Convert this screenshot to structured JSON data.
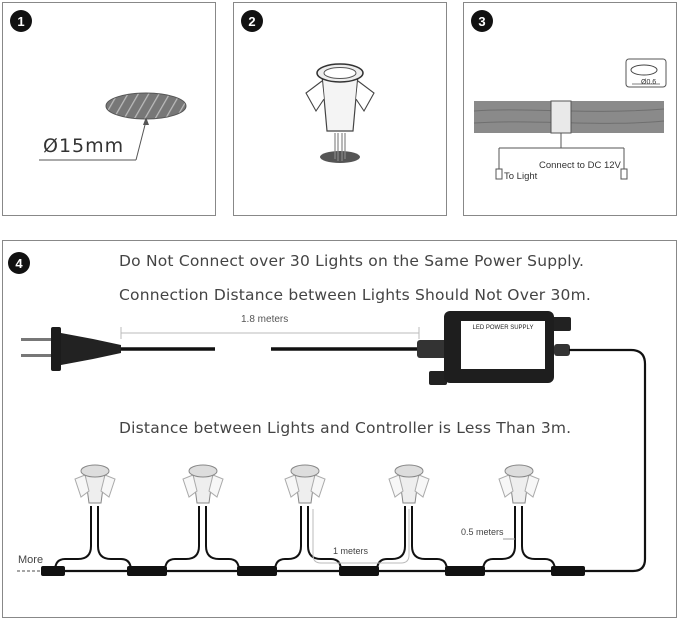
{
  "steps": {
    "step1": "1",
    "step2": "2",
    "step3": "3",
    "step4": "4"
  },
  "step1": {
    "hole_diameter": "Ø15mm"
  },
  "step3": {
    "inset_label": "Ø0.6",
    "connect_label": "Connect to DC 12V",
    "to_light_label": "To Light"
  },
  "step4": {
    "line1": "Do Not Connect over 30 Lights on the Same Power Supply.",
    "line2": "Connection Distance between Lights Should Not Over 30m.",
    "line3": "Distance between Lights and Controller is Less Than 3m.",
    "cord_length": "1.8 meters",
    "psu_title": "LED POWER SUPPLY",
    "spacing_1m": "1 meters",
    "spacing_05m": "0.5 meters",
    "more_label": "More"
  }
}
